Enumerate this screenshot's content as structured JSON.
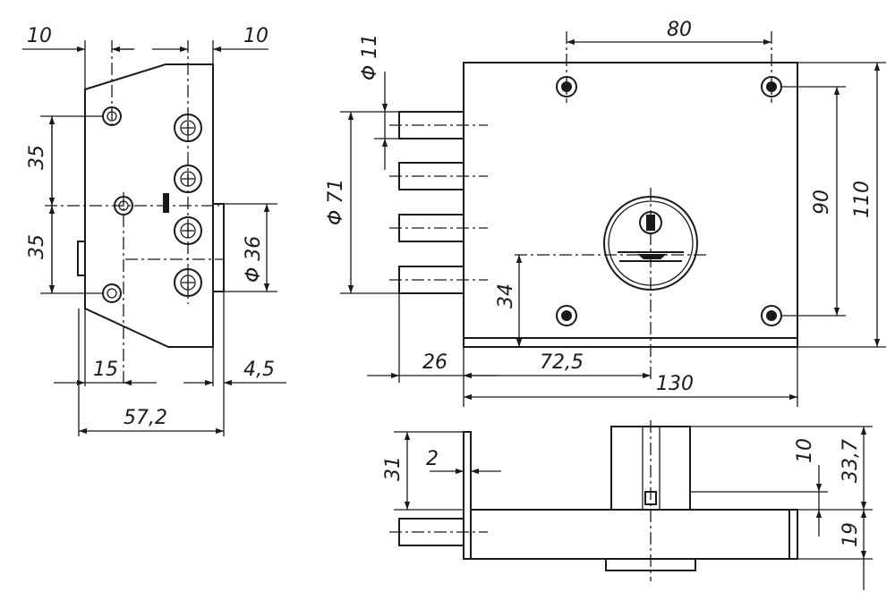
{
  "colors": {
    "line": "#1a1a1a",
    "background": "#ffffff"
  },
  "side_view": {
    "dim_top_left": "10",
    "dim_top_right": "10",
    "dim_35_upper": "35",
    "dim_35_lower": "35",
    "dim_diameter_36": "Φ 36",
    "dim_15": "15",
    "dim_4_5": "4,5",
    "dim_57_2": "57,2"
  },
  "front_view": {
    "dim_diameter_11": "Φ 11",
    "dim_80": "80",
    "dim_diameter_71": "Φ 71",
    "dim_90": "90",
    "dim_110": "110",
    "dim_34": "34",
    "dim_26": "26",
    "dim_72_5": "72,5",
    "dim_130": "130"
  },
  "bottom_view": {
    "dim_31": "31",
    "dim_2": "2",
    "dim_10": "10",
    "dim_33_7": "33,7",
    "dim_19": "19"
  }
}
